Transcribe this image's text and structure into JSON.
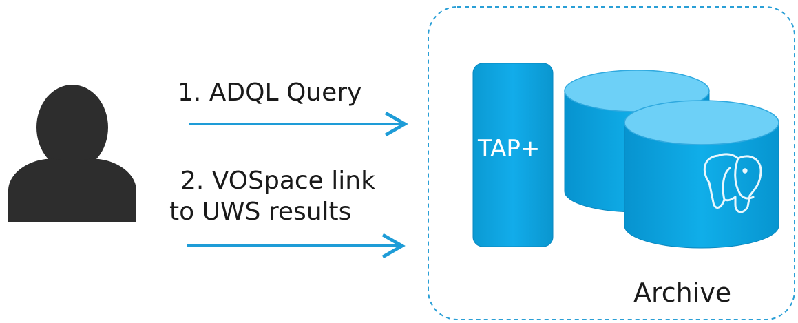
{
  "steps": {
    "query": "1. ADQL Query",
    "result_line1": "2. VOSpace link",
    "result_line2": "to UWS results"
  },
  "archive": {
    "tap_label": "TAP+",
    "archive_label": "Archive"
  },
  "icons": {
    "user": "user-silhouette-icon",
    "database": "database-cylinder-icon",
    "postgres": "postgresql-elephant-icon"
  },
  "colors": {
    "arrow": "#1e9cd7",
    "tap_box": "#0aa3dd",
    "cylinder_top": "#6dd0f7",
    "cylinder_body": "#0aa0dc",
    "boundary": "#2a9fd6",
    "user": "#2d2d2d"
  }
}
